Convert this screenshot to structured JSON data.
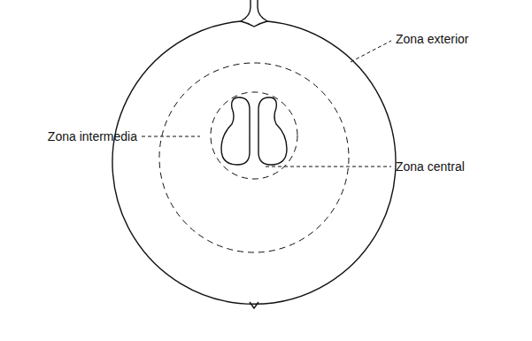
{
  "diagram": {
    "labels": [
      "Zona exterior",
      "Zona intermedia",
      "Zona central"
    ]
  }
}
